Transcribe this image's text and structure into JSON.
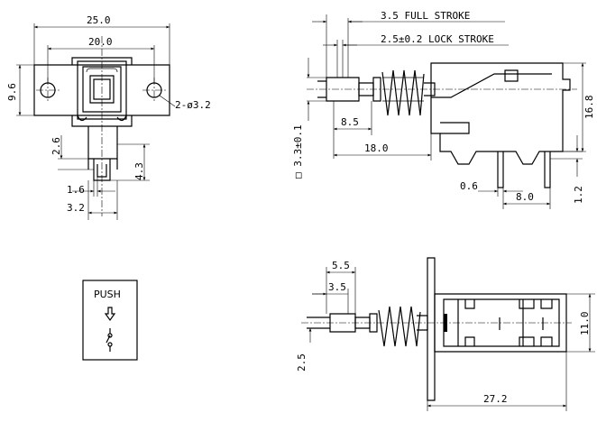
{
  "front_view": {
    "dim_overall_width": "25.0",
    "dim_hole_pitch": "20.0",
    "dim_flange_height": "9.6",
    "dim_holes": "2-ø3.2",
    "dim_pin_length": "2.6",
    "dim_pin_width": "1.6",
    "dim_pin_spacing": "3.2",
    "dim_terminal_height": "4.3"
  },
  "side_view": {
    "dim_full_stroke": "3.5 FULL STROKE",
    "dim_lock_stroke": "2.5±0.2 LOCK STROKE",
    "dim_shaft_square": "□ 3.3±0.1",
    "dim_shaft_8_5": "8.5",
    "dim_shaft_18": "18.0",
    "dim_body_height": "16.8",
    "dim_pin_offset": "0.6",
    "dim_pin_pitch": "8.0",
    "dim_pin_gap": "1.2"
  },
  "bottom_view": {
    "dim_5_5": "5.5",
    "dim_3_5": "3.5",
    "dim_2_5": "2.5",
    "dim_width_11": "11.0",
    "dim_length_27_2": "27.2"
  },
  "symbol": {
    "label": "PUSH"
  }
}
